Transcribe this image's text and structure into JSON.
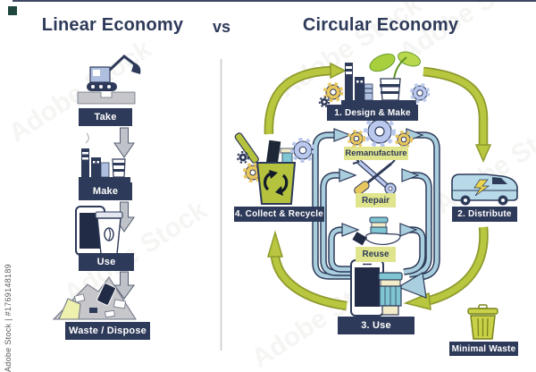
{
  "header": {
    "left_title": "Linear Economy",
    "versus": "vs",
    "right_title": "Circular Economy"
  },
  "linear_flow": {
    "steps": [
      {
        "label": "Take",
        "icon": "excavator-icon"
      },
      {
        "label": "Make",
        "icon": "factory-icon"
      },
      {
        "label": "Use",
        "icon": "smartphone-coffee-icon"
      },
      {
        "label": "Waste / Dispose",
        "icon": "waste-pile-icon"
      }
    ]
  },
  "circular_flow": {
    "stages": [
      {
        "label": "1. Design & Make",
        "icon": "eco-factory-icon"
      },
      {
        "label": "2. Distribute",
        "icon": "electric-van-icon"
      },
      {
        "label": "3. Use",
        "icon": "smartphone-coffee-icon"
      },
      {
        "label": "4. Collect & Recycle",
        "icon": "recycle-bin-icon"
      }
    ],
    "inner_loops": [
      {
        "label": "Remanufacture",
        "icon": "gears-icon"
      },
      {
        "label": "Repair",
        "icon": "repair-tools-icon"
      },
      {
        "label": "Reuse",
        "icon": "hand-cup-icon"
      }
    ],
    "outcome": {
      "label": "Minimal Waste",
      "icon": "small-trash-bin-icon"
    }
  },
  "watermark": {
    "vertical_text": "Adobe Stock | #1769148189",
    "tile_text": "Adobe Stock"
  },
  "colors": {
    "navy": "#2e3a59",
    "olive_green": "#b9c63f",
    "light_blue": "#a9cede",
    "lime_label": "#dfe48d",
    "gray": "#c2c3c9",
    "gear_yellow": "#e9c75f",
    "gear_blue": "#b9c8ec"
  }
}
